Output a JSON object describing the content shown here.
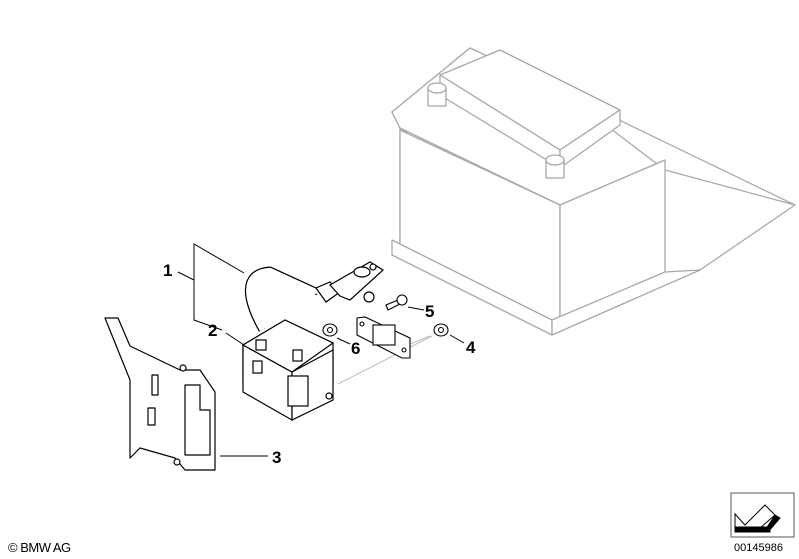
{
  "diagram": {
    "callouts": [
      {
        "number": "1",
        "part": "cable-with-terminal-assembly"
      },
      {
        "number": "2",
        "part": "battery-sensor-module"
      },
      {
        "number": "3",
        "part": "mounting-bracket"
      },
      {
        "number": "4",
        "part": "nut"
      },
      {
        "number": "5",
        "part": "bolt"
      },
      {
        "number": "6",
        "part": "nut"
      }
    ],
    "copyright": "© BMW AG",
    "document_number": "00145986",
    "line_color": "#000000",
    "battery_line_color": "#a8a8a8"
  }
}
